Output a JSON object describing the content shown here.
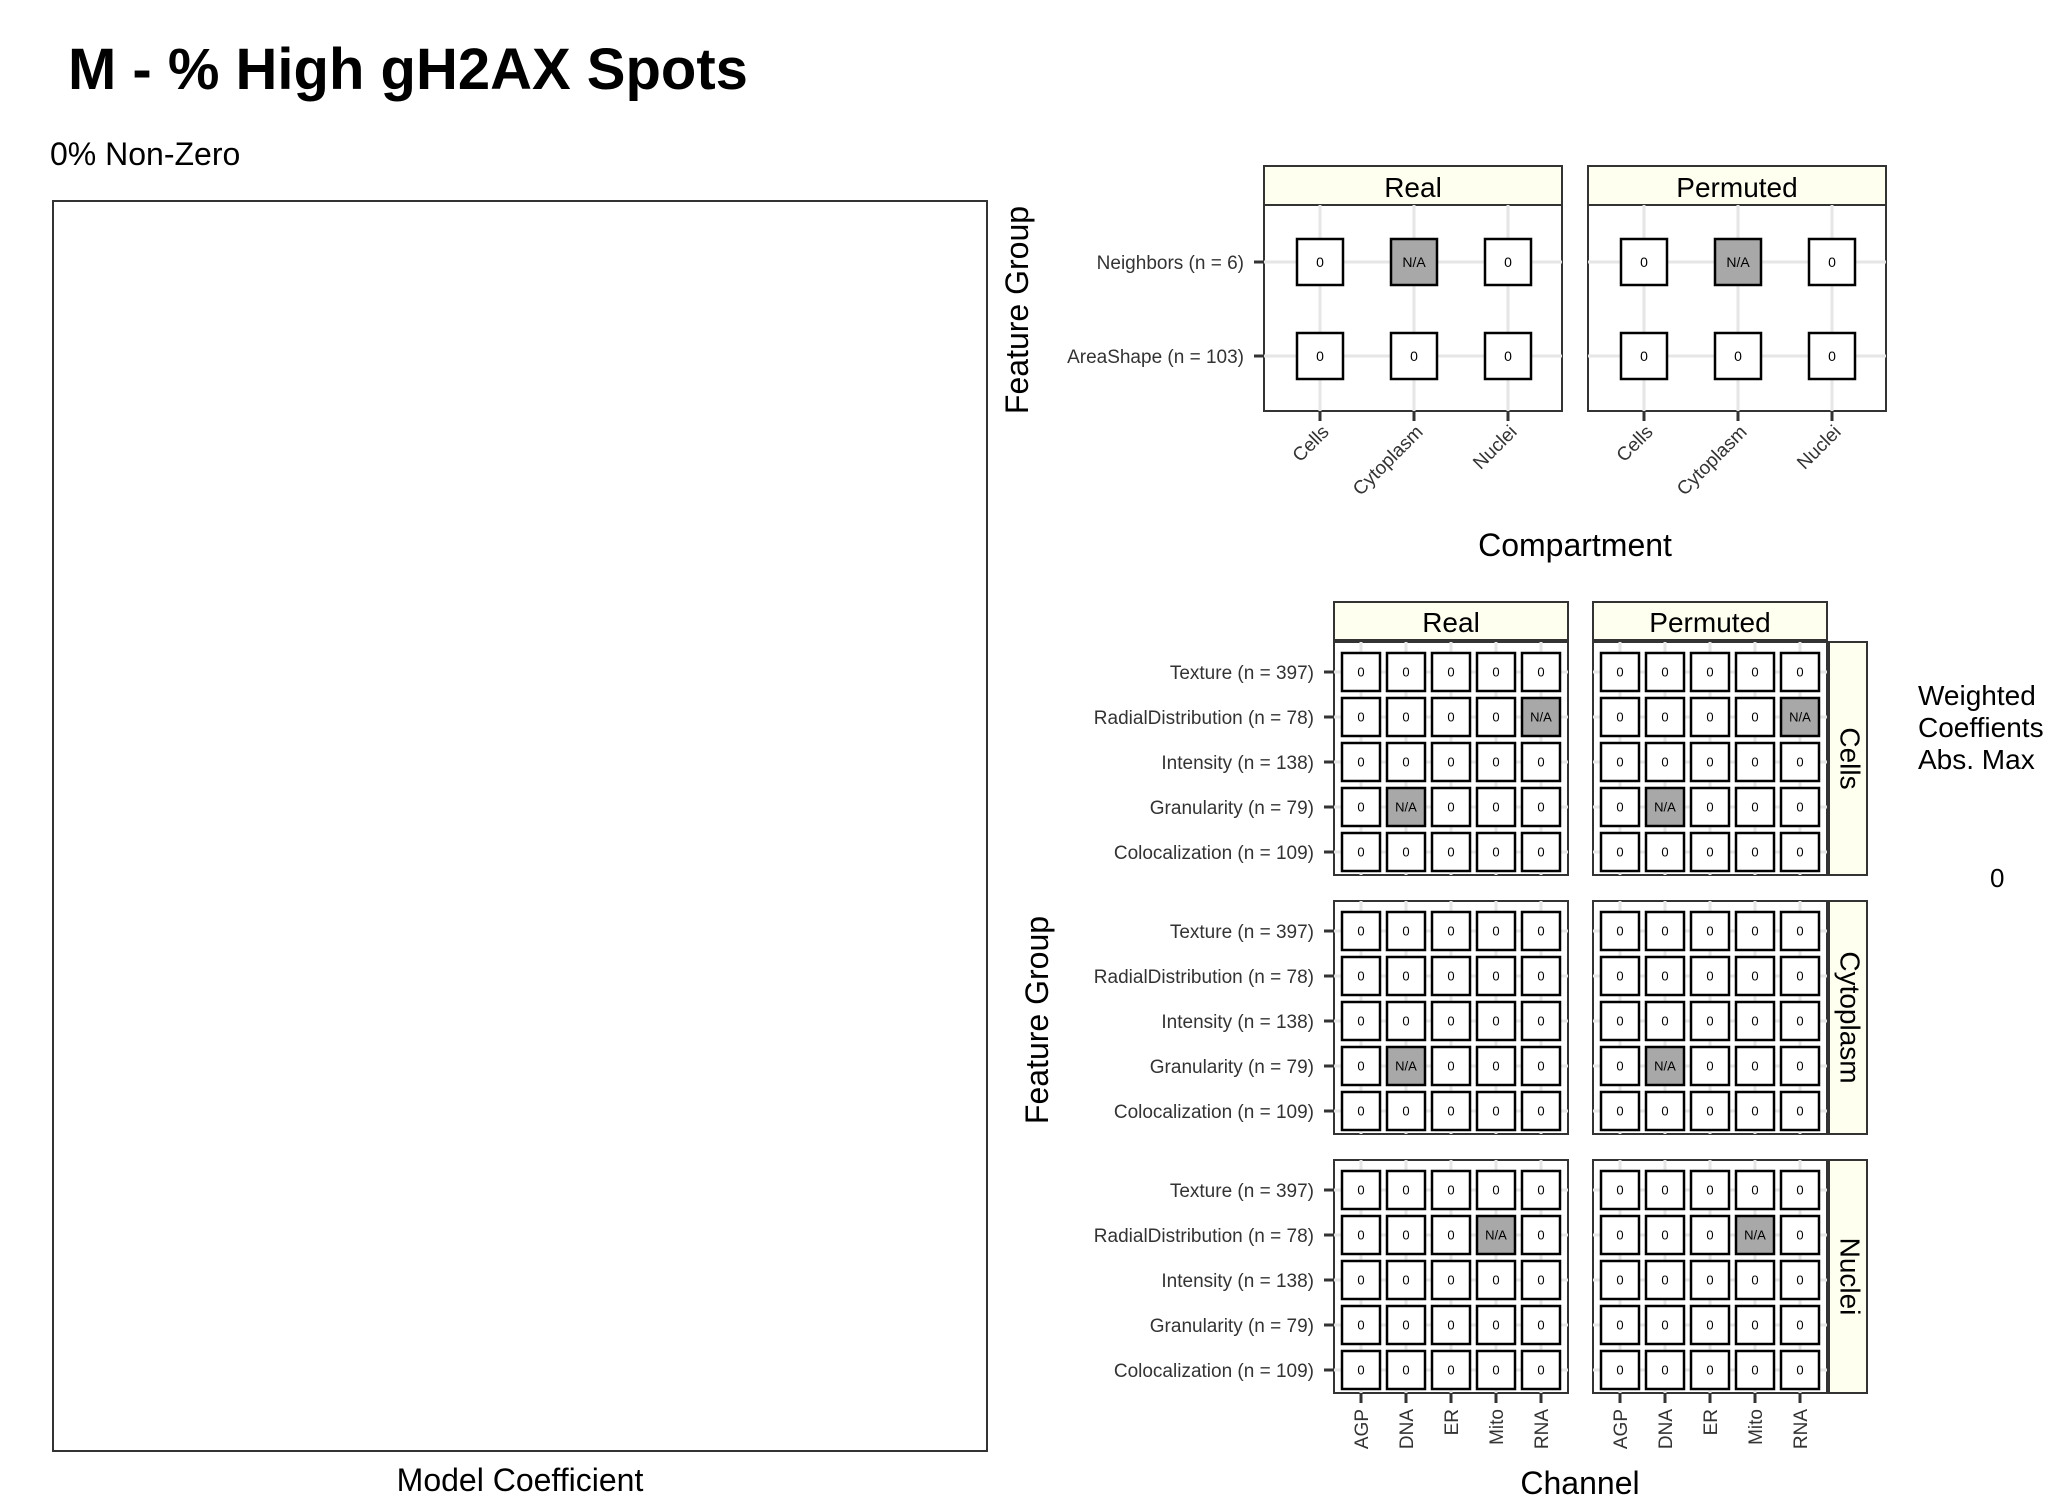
{
  "title": "M - % High gH2AX Spots",
  "subtitle": "0% Non-Zero",
  "left_panel": {
    "xlabel": "Model Coefficient"
  },
  "legend": {
    "title_lines": [
      "Weighted",
      "Coeffients",
      "Abs. Max"
    ],
    "value": "0"
  },
  "chart_data": [
    {
      "type": "heatmap",
      "facets": [
        "Real",
        "Permuted"
      ],
      "xlabel": "Compartment",
      "ylabel": "Feature Group",
      "x": [
        "Cells",
        "Cytoplasm",
        "Nuclei"
      ],
      "y": [
        "AreaShape (n = 103)",
        "Neighbors (n = 6)"
      ],
      "cells": {
        "Real": [
          [
            "0",
            "0",
            "0"
          ],
          [
            "0",
            "N/A",
            "0"
          ]
        ],
        "Permuted": [
          [
            "0",
            "0",
            "0"
          ],
          [
            "0",
            "N/A",
            "0"
          ]
        ]
      },
      "na_color": "#a8a8a8"
    },
    {
      "type": "heatmap",
      "facets": [
        "Real",
        "Permuted"
      ],
      "row_facets": [
        "Cells",
        "Cytoplasm",
        "Nuclei"
      ],
      "xlabel": "Channel",
      "ylabel": "Feature Group",
      "x": [
        "AGP",
        "DNA",
        "ER",
        "Mito",
        "RNA"
      ],
      "y": [
        "Colocalization (n = 109)",
        "Granularity (n = 79)",
        "Intensity (n = 138)",
        "RadialDistribution (n = 78)",
        "Texture (n = 397)"
      ],
      "cells": {
        "Cells": {
          "Real": [
            [
              "0",
              "0",
              "0",
              "0",
              "0"
            ],
            [
              "0",
              "N/A",
              "0",
              "0",
              "0"
            ],
            [
              "0",
              "0",
              "0",
              "0",
              "0"
            ],
            [
              "0",
              "0",
              "0",
              "0",
              "N/A"
            ],
            [
              "0",
              "0",
              "0",
              "0",
              "0"
            ]
          ],
          "Permuted": [
            [
              "0",
              "0",
              "0",
              "0",
              "0"
            ],
            [
              "0",
              "N/A",
              "0",
              "0",
              "0"
            ],
            [
              "0",
              "0",
              "0",
              "0",
              "0"
            ],
            [
              "0",
              "0",
              "0",
              "0",
              "N/A"
            ],
            [
              "0",
              "0",
              "0",
              "0",
              "0"
            ]
          ]
        },
        "Cytoplasm": {
          "Real": [
            [
              "0",
              "0",
              "0",
              "0",
              "0"
            ],
            [
              "0",
              "N/A",
              "0",
              "0",
              "0"
            ],
            [
              "0",
              "0",
              "0",
              "0",
              "0"
            ],
            [
              "0",
              "0",
              "0",
              "0",
              "0"
            ],
            [
              "0",
              "0",
              "0",
              "0",
              "0"
            ]
          ],
          "Permuted": [
            [
              "0",
              "0",
              "0",
              "0",
              "0"
            ],
            [
              "0",
              "N/A",
              "0",
              "0",
              "0"
            ],
            [
              "0",
              "0",
              "0",
              "0",
              "0"
            ],
            [
              "0",
              "0",
              "0",
              "0",
              "0"
            ],
            [
              "0",
              "0",
              "0",
              "0",
              "0"
            ]
          ]
        },
        "Nuclei": {
          "Real": [
            [
              "0",
              "0",
              "0",
              "0",
              "0"
            ],
            [
              "0",
              "0",
              "0",
              "0",
              "0"
            ],
            [
              "0",
              "0",
              "0",
              "0",
              "0"
            ],
            [
              "0",
              "0",
              "0",
              "N/A",
              "0"
            ],
            [
              "0",
              "0",
              "0",
              "0",
              "0"
            ]
          ],
          "Permuted": [
            [
              "0",
              "0",
              "0",
              "0",
              "0"
            ],
            [
              "0",
              "0",
              "0",
              "0",
              "0"
            ],
            [
              "0",
              "0",
              "0",
              "0",
              "0"
            ],
            [
              "0",
              "0",
              "0",
              "N/A",
              "0"
            ],
            [
              "0",
              "0",
              "0",
              "0",
              "0"
            ]
          ]
        }
      },
      "na_color": "#a8a8a8"
    }
  ]
}
